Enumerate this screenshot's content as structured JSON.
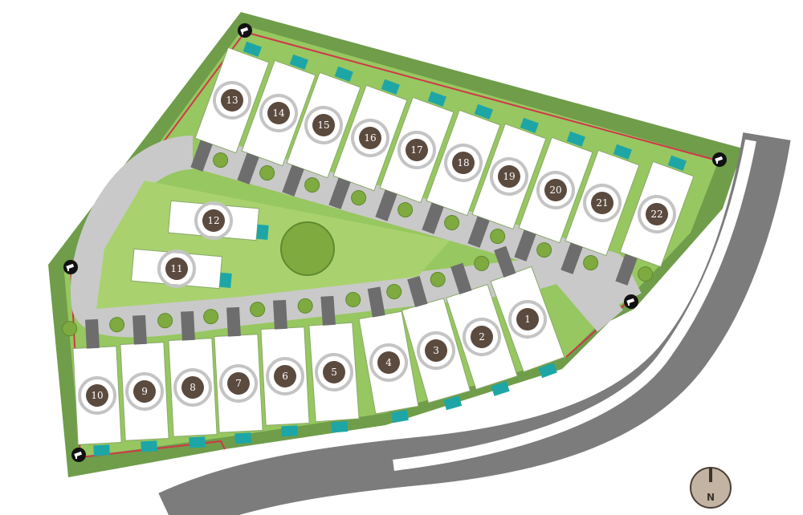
{
  "colors": {
    "outer_green": "#6f9d4a",
    "inner_green": "#97c760",
    "park_green": "#a9d26e",
    "tree": "#7faa3f",
    "road": "#7c7c7c",
    "internal_road": "#c9c9c9",
    "house": "#ffffff",
    "pool": "#1ea6a6",
    "boundary": "#d0364a",
    "label_bg": "#5b4a3e",
    "north_bg": "#c2b3a2"
  },
  "plots": [
    {
      "label": "1",
      "angle": -20
    },
    {
      "label": "2",
      "angle": -18
    },
    {
      "label": "3",
      "angle": -16
    },
    {
      "label": "4",
      "angle": -10
    },
    {
      "label": "5",
      "angle": -4
    },
    {
      "label": "6",
      "angle": -3
    },
    {
      "label": "7",
      "angle": -3
    },
    {
      "label": "8",
      "angle": -3
    },
    {
      "label": "9",
      "angle": -3
    },
    {
      "label": "10",
      "angle": -3
    },
    {
      "label": "11",
      "angle": 5
    },
    {
      "label": "12",
      "angle": 5
    },
    {
      "label": "13",
      "angle": 20
    },
    {
      "label": "14",
      "angle": 20
    },
    {
      "label": "15",
      "angle": 20
    },
    {
      "label": "16",
      "angle": 20
    },
    {
      "label": "17",
      "angle": 20
    },
    {
      "label": "18",
      "angle": 20
    },
    {
      "label": "19",
      "angle": 20
    },
    {
      "label": "20",
      "angle": 20
    },
    {
      "label": "21",
      "angle": 20
    },
    {
      "label": "22",
      "angle": 20
    }
  ],
  "cameras": [
    "camera",
    "camera",
    "camera",
    "camera",
    "camera"
  ],
  "compass": {
    "label": "N"
  }
}
